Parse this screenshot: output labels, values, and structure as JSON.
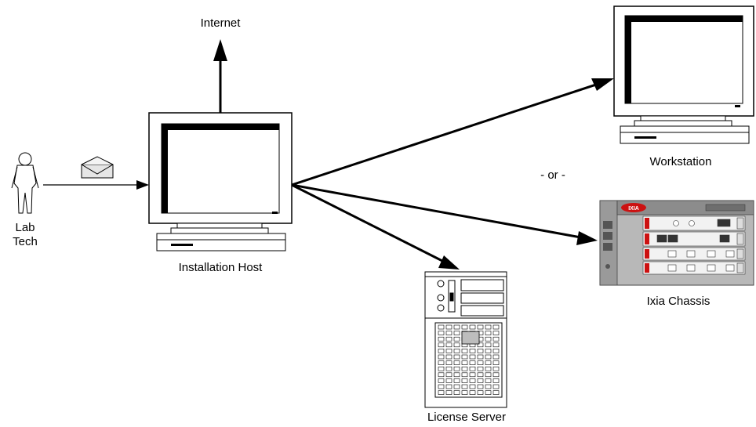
{
  "labels": {
    "internet": "Internet",
    "lab_tech_line1": "Lab",
    "lab_tech_line2": "Tech",
    "installation_host": "Installation Host",
    "workstation": "Workstation",
    "or_separator": "- or -",
    "ixia_chassis": "Ixia Chassis",
    "license_server": "License Server"
  },
  "chassis_logo_text": "IXIA",
  "colors": {
    "line": "#000000",
    "chassis_body": "#b8b8b8",
    "chassis_accent": "#cc1111",
    "server_body": "#ffffff"
  }
}
